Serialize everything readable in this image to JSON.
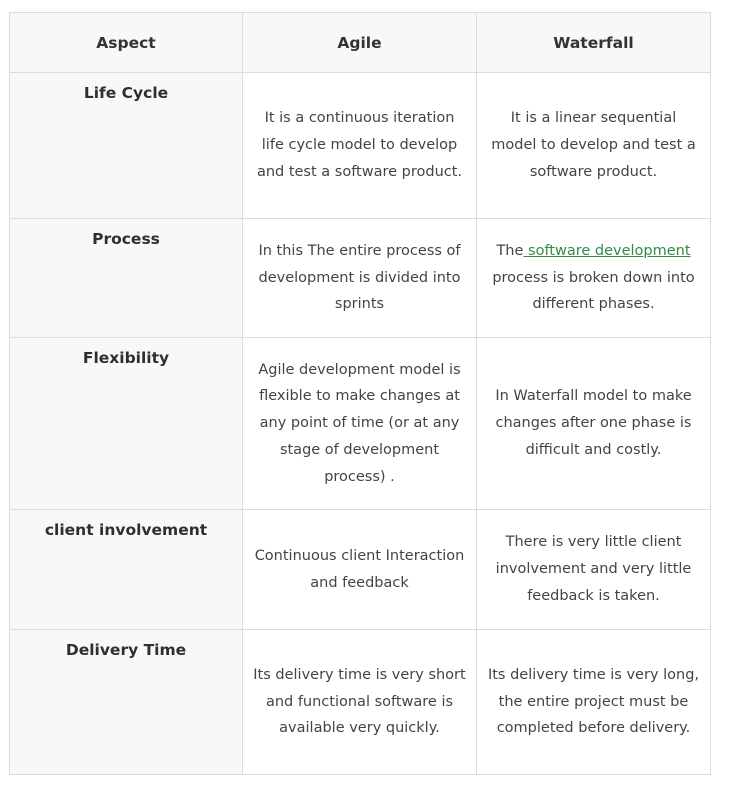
{
  "table": {
    "headers": [
      "Aspect",
      "Agile",
      "Waterfall"
    ],
    "rows": [
      {
        "aspect": "Life Cycle",
        "agile": "It is a continuous iteration life cycle model to develop and test a software product.",
        "waterfall": "It is a linear sequential model to develop and test a software product."
      },
      {
        "aspect": "Process",
        "agile": "In this The entire process of development is divided into sprints",
        "waterfall_prefix": "The",
        "waterfall_link": " software development",
        "waterfall_suffix": " process is broken down into different phases."
      },
      {
        "aspect": "Flexibility",
        "agile": "Agile development model is flexible to make changes at any point of time (or at any stage of development process) .",
        "waterfall": "In Waterfall model to make changes after one phase is difficult and costly."
      },
      {
        "aspect": "client involvement",
        "agile": "Continuous client Interaction and feedback",
        "waterfall": "There is very little client involvement and very little feedback is taken."
      },
      {
        "aspect": "Delivery Time",
        "agile": "Its delivery time is very short and functional software is available very quickly.",
        "waterfall": "Its delivery time is very long, the entire project must be completed before delivery."
      }
    ]
  },
  "colors": {
    "link": "#2f8d46",
    "header_bg": "#f8f8f8",
    "border": "#dcdcdc"
  }
}
